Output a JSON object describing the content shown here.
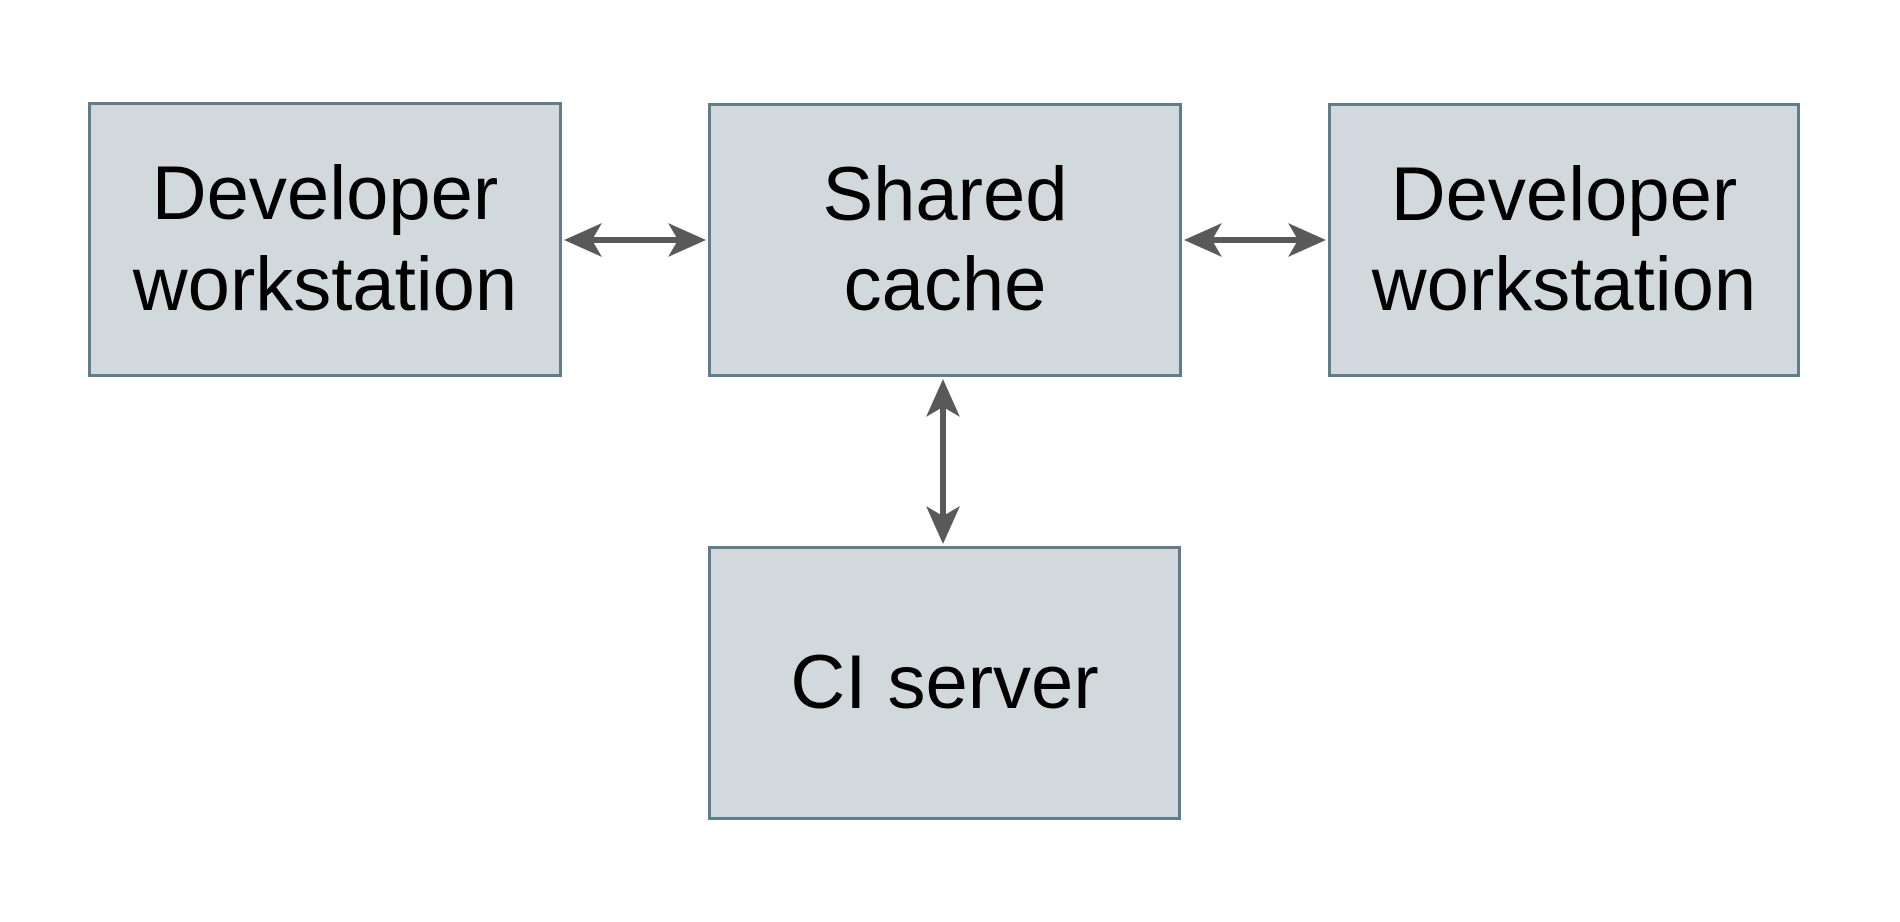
{
  "colors": {
    "canvas-bg": "#ffffff",
    "node-fill": "#d2d9dc",
    "node-border": "#5f7d8c",
    "arrow": "#595959",
    "node-text": "#000000"
  },
  "nodes": [
    {
      "id": "developer-workstation-left",
      "label": "Developer\nworkstation"
    },
    {
      "id": "shared-cache",
      "label": "Shared\ncache"
    },
    {
      "id": "developer-workstation-right",
      "label": "Developer\nworkstation"
    },
    {
      "id": "ci-server",
      "label": "CI server"
    }
  ],
  "edges": [
    {
      "from": "developer-workstation-left",
      "to": "shared-cache",
      "direction": "bidirectional"
    },
    {
      "from": "shared-cache",
      "to": "developer-workstation-right",
      "direction": "bidirectional"
    },
    {
      "from": "shared-cache",
      "to": "ci-server",
      "direction": "bidirectional"
    }
  ]
}
